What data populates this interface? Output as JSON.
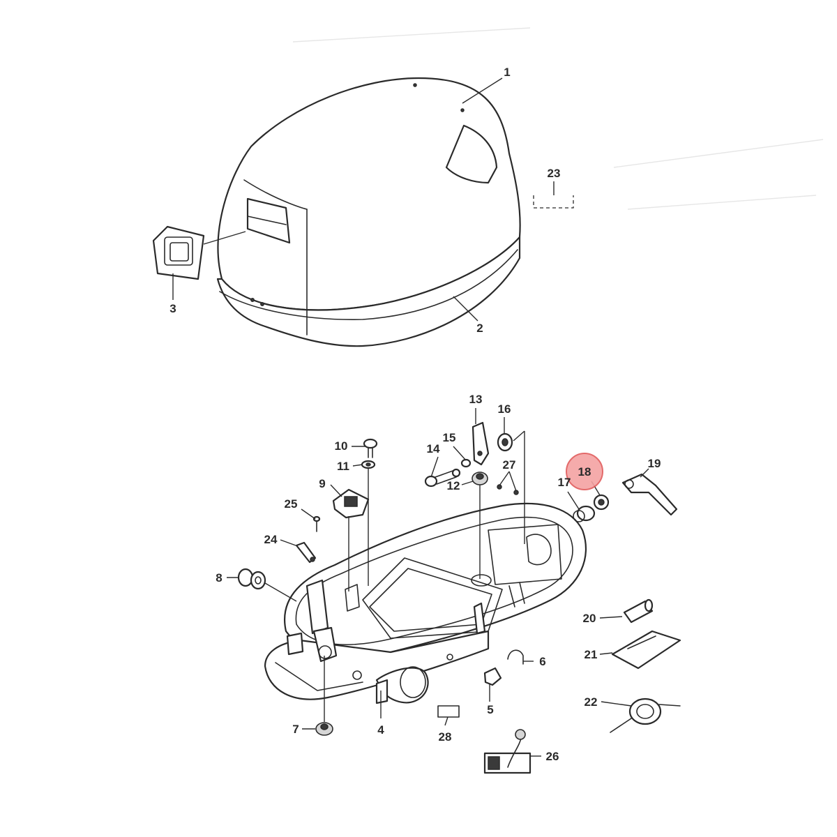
{
  "callouts": {
    "c1": "1",
    "c2": "2",
    "c3": "3",
    "c4": "4",
    "c5": "5",
    "c6": "6",
    "c7": "7",
    "c8": "8",
    "c9": "9",
    "c10": "10",
    "c11": "11",
    "c12": "12",
    "c13": "13",
    "c14": "14",
    "c15": "15",
    "c16": "16",
    "c17": "17",
    "c18": "18",
    "c19": "19",
    "c20": "20",
    "c21": "21",
    "c22": "22",
    "c23": "23",
    "c24": "24",
    "c25": "25",
    "c26": "26",
    "c27": "27",
    "c28": "28"
  },
  "colors": {
    "highlight_fill": "#f5a3a3",
    "highlight_stroke": "#e05a5a",
    "line": "#2a2a2a"
  },
  "highlighted_callout": "18"
}
